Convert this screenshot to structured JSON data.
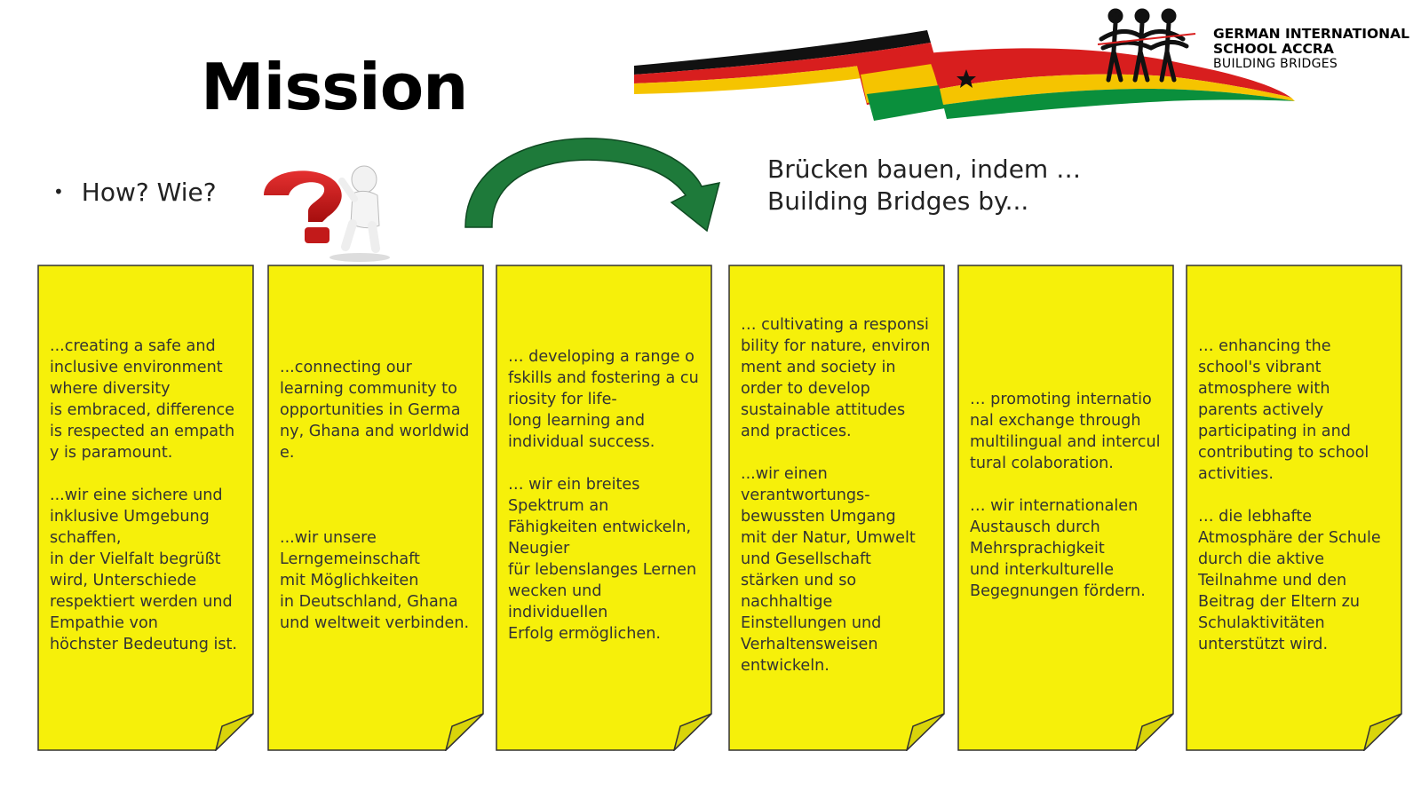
{
  "slide": {
    "title": "Mission",
    "bullet": "How? Wie?",
    "subtitle_de": "Brücken bauen, indem …",
    "subtitle_en": "Building Bridges by...",
    "logo": {
      "line1": "GERMAN INTERNATIONAL",
      "line2": "SCHOOL ACCRA",
      "line3": "BUILDING BRIDGES"
    },
    "notes": [
      {
        "en": "...creating a safe and\ninclusive environment\nwhere diversity\nis embraced, difference\nis respected an empath\ny is paramount.",
        "de": "...wir eine sichere und\ninklusive Umgebung\nschaffen,\nin der Vielfalt begrüßt\nwird, Unterschiede\nrespektiert werden und\nEmpathie von\nhöchster Bedeutung ist."
      },
      {
        "en": "...connecting our\nlearning community to\nopportunities in Germa\nny, Ghana and worldwid\ne.",
        "de": "...wir unsere\nLerngemeinschaft\nmit Möglichkeiten\nin Deutschland, Ghana\nund weltweit verbinden."
      },
      {
        "en": "… developing a range o\nfskills and fostering a cu\nriosity for life-\nlong learning and\nindividual success.",
        "de": "… wir ein breites\nSpektrum an\nFähigkeiten entwickeln,\nNeugier\nfür lebenslanges Lernen\nwecken und\nindividuellen\nErfolg ermöglichen."
      },
      {
        "en": "… cultivating a responsi\nbility for nature, environ\nment and society in\norder to develop\nsustainable attitudes\nand practices.",
        "de": "...wir einen\nverantwortungs-\nbewussten Umgang\nmit der Natur, Umwelt\nund Gesellschaft\nstärken und so\nnachhaltige\nEinstellungen und\nVerhaltensweisen\nentwickeln."
      },
      {
        "en": "… promoting internatio\nnal exchange through\nmultilingual and intercul\ntural colaboration.",
        "de": "… wir internationalen\nAustausch durch\nMehrsprachigkeit\nund interkulturelle\nBegegnungen fördern."
      },
      {
        "en": "… enhancing the\nschool's vibrant\natmosphere with\nparents actively\nparticipating in and\ncontributing to school\nactivities.",
        "de": "… die lebhafte\nAtmosphäre der Schule\ndurch die aktive\nTeilnahme und den\nBeitrag der Eltern zu\nSchulaktivitäten\nunterstützt wird."
      }
    ],
    "colors": {
      "note_fill": "#f6f00a",
      "note_border": "#333333",
      "arrow": "#1e7a3a",
      "flag_black": "#111111",
      "flag_red": "#d81e1e",
      "flag_gold": "#f5c400",
      "flag_green": "#0a8f3c"
    }
  }
}
